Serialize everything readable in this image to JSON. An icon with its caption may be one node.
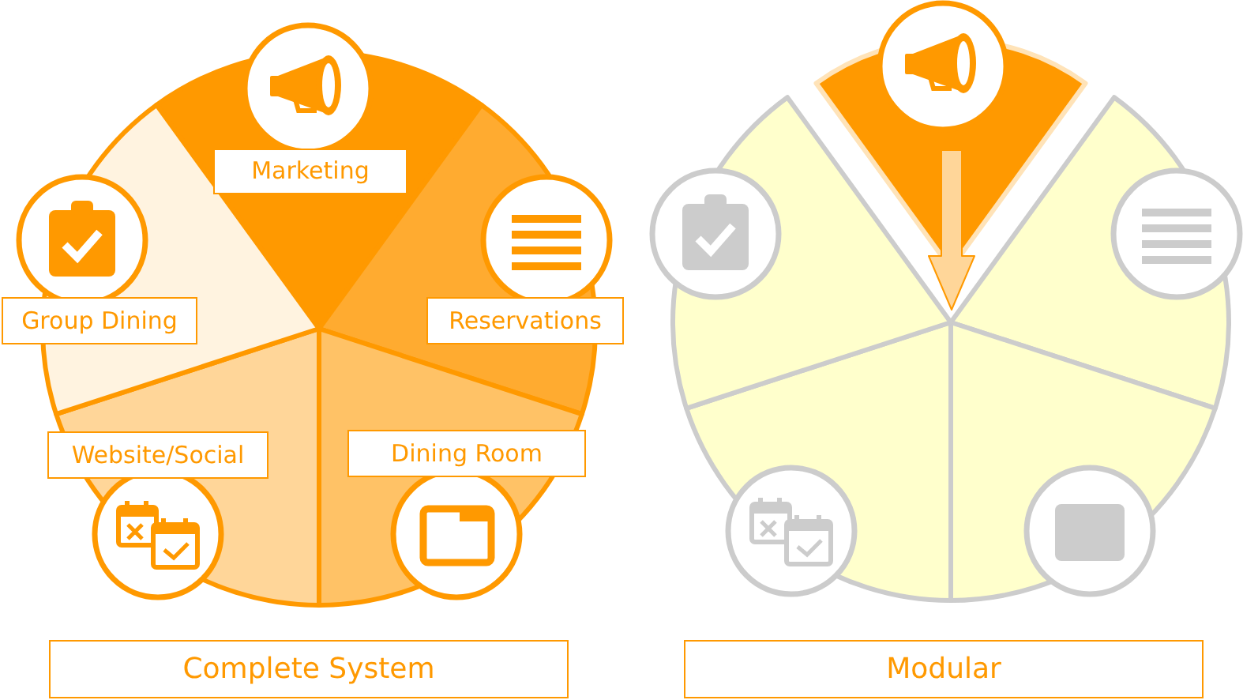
{
  "diagram": {
    "nodes": [
      {
        "text": [
          "Marketing"
        ]
      },
      {
        "text": [
          "Group Dining"
        ]
      },
      {
        "text": [
          "Reservations"
        ]
      },
      {
        "text": [
          "Website/Social"
        ]
      },
      {
        "text": [
          "Dining Room"
        ]
      },
      {
        "text": [
          "Complete System"
        ]
      },
      {
        "text": [
          "Modular"
        ]
      }
    ]
  }
}
